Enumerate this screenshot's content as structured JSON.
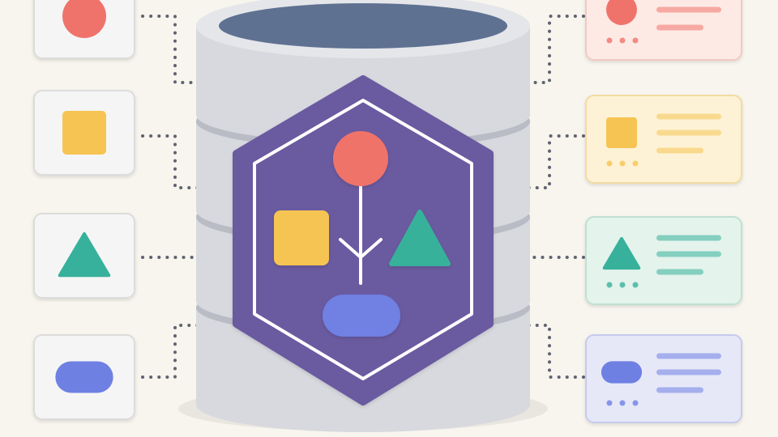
{
  "colors": {
    "background": "#f8f5ee",
    "cylinder_body": "#d7d9de",
    "cylinder_top": "#e4e6ea",
    "cylinder_shadow": "#b9bcc4",
    "cylinder_cavity": "#5f7191",
    "hexagon_fill": "#6b5aa0",
    "hexagon_stroke": "#ffffff",
    "connector": "#5f6471",
    "tile_fill": "#f5f5f5",
    "tile_border": "#dcdcdc",
    "red": "#f0736b",
    "yellow": "#f6c452",
    "teal": "#37b19b",
    "blue": "#6f80e3"
  },
  "left_tiles": [
    {
      "shape": "circle",
      "color": "#f0736b",
      "icon": "red-circle-icon"
    },
    {
      "shape": "square",
      "color": "#f6c452",
      "icon": "yellow-square-icon"
    },
    {
      "shape": "triangle",
      "color": "#37b19b",
      "icon": "teal-triangle-icon"
    },
    {
      "shape": "pill",
      "color": "#6f80e3",
      "icon": "blue-pill-icon"
    }
  ],
  "right_cards": [
    {
      "shape": "circle",
      "color": "#f0736b",
      "card_fill": "#fdeae5",
      "card_border": "#f3c9bf",
      "icon": "red-circle-icon"
    },
    {
      "shape": "square",
      "color": "#f6c452",
      "card_fill": "#fdf2d6",
      "card_border": "#f3dba2",
      "icon": "yellow-square-icon"
    },
    {
      "shape": "triangle",
      "color": "#37b19b",
      "card_fill": "#e4f3ec",
      "card_border": "#bfe1d2",
      "icon": "teal-triangle-icon"
    },
    {
      "shape": "pill",
      "color": "#6f80e3",
      "card_fill": "#e6e8f8",
      "card_border": "#c6cbed",
      "icon": "blue-pill-icon"
    }
  ],
  "hexagon_icons": [
    "red-circle-icon",
    "yellow-square-icon",
    "teal-triangle-icon",
    "blue-pill-icon",
    "down-arrow-icon"
  ]
}
